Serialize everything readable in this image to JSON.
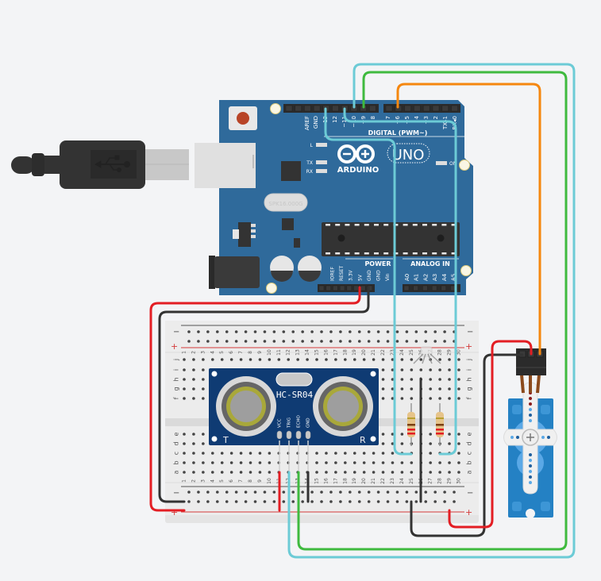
{
  "canvas": {
    "title": "Circuit schematic workspace"
  },
  "arduino": {
    "brand": "ARDUINO",
    "model": "UNO",
    "digital_label": "DIGITAL (PWM~)",
    "power_label": "POWER",
    "analog_label": "ANALOG IN",
    "on_label": "ON",
    "led_labels": {
      "l": "L",
      "tx": "TX",
      "rx": "RX"
    },
    "crystal_label": "SPK16.000G",
    "digital_pins": [
      "AREF",
      "GND",
      "13",
      "12",
      "~11",
      "~10",
      "~9",
      "8",
      "7",
      "~6",
      "~5",
      "4",
      "~3",
      "2",
      "TX▸1",
      "RX◂0"
    ],
    "power_pins": [
      "IOREF",
      "RESET",
      "3.3V",
      "5V",
      "GND",
      "GND",
      "Vin"
    ],
    "analog_pins": [
      "A0",
      "A1",
      "A2",
      "A3",
      "A4",
      "A5"
    ]
  },
  "breadboard": {
    "columns": 30,
    "top_rows": [
      "j",
      "i",
      "h",
      "g",
      "f"
    ],
    "bottom_rows": [
      "e",
      "d",
      "c",
      "b",
      "a"
    ],
    "rail_minus": "−",
    "rail_plus": "+"
  },
  "sensor": {
    "label": "HC-SR04",
    "pins": [
      "VCC",
      "TRIG",
      "ECHO",
      "GND"
    ],
    "left_mark": "T",
    "right_mark": "R"
  },
  "components": {
    "usb_cable": "USB-B cable",
    "led": "RGB LED",
    "resistors": [
      "Resistor 1",
      "Resistor 2"
    ],
    "servo": "Micro servo"
  },
  "wire_colors": {
    "red": "#e31e24",
    "black": "#333333",
    "cyan": "#6ccbd6",
    "green": "#3fba3f",
    "orange": "#f5870f"
  }
}
